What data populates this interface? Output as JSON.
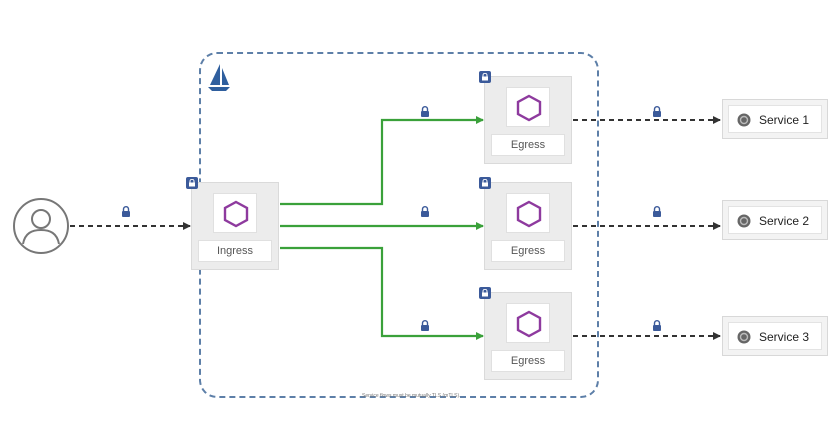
{
  "diagram": {
    "nodes": {
      "ingress": {
        "label": "Ingress"
      },
      "egress": [
        {
          "label": "Egress"
        },
        {
          "label": "Egress"
        },
        {
          "label": "Egress"
        }
      ],
      "services": [
        {
          "label": "Service 1"
        },
        {
          "label": "Service 2"
        },
        {
          "label": "Service 3"
        }
      ]
    },
    "footnote": "Service flows must be mutually TLS (mTLS).",
    "colors": {
      "mesh_border": "#5d7fa8",
      "internal_link": "#3aa13a",
      "external_link": "#333333",
      "hexagon": "#8e3a9e",
      "lock": "#3b5a9a"
    },
    "icons": {
      "user": "user-icon",
      "mesh_logo": "sailboat-icon",
      "proxy": "hexagon-icon",
      "service": "service-icon",
      "lock": "lock-icon"
    }
  }
}
